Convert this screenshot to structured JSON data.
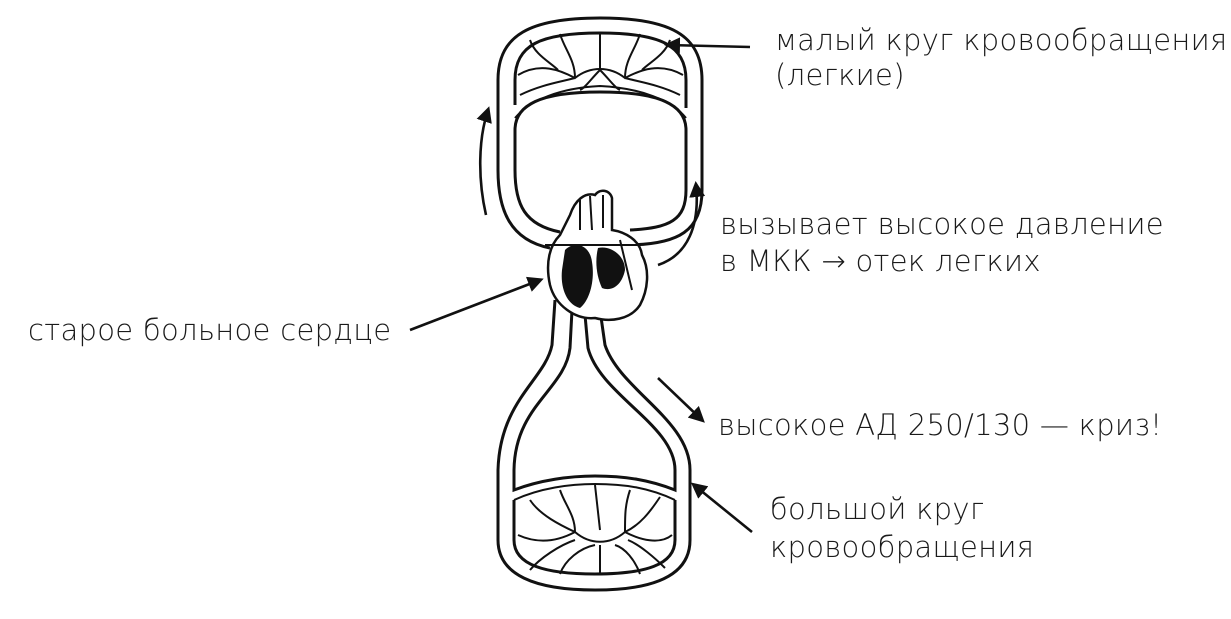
{
  "labels": {
    "pulmonary_line1": "малый круг кровообращения",
    "pulmonary_line2": "(легкие)",
    "pressure_line1": "вызывает высокое давление",
    "pressure_line2": "в МКК → отек легких",
    "heart": "старое больное сердце",
    "crisis": "высокое АД 250/130 — криз!",
    "systemic_line1": "большой круг",
    "systemic_line2": "кровообращения"
  }
}
